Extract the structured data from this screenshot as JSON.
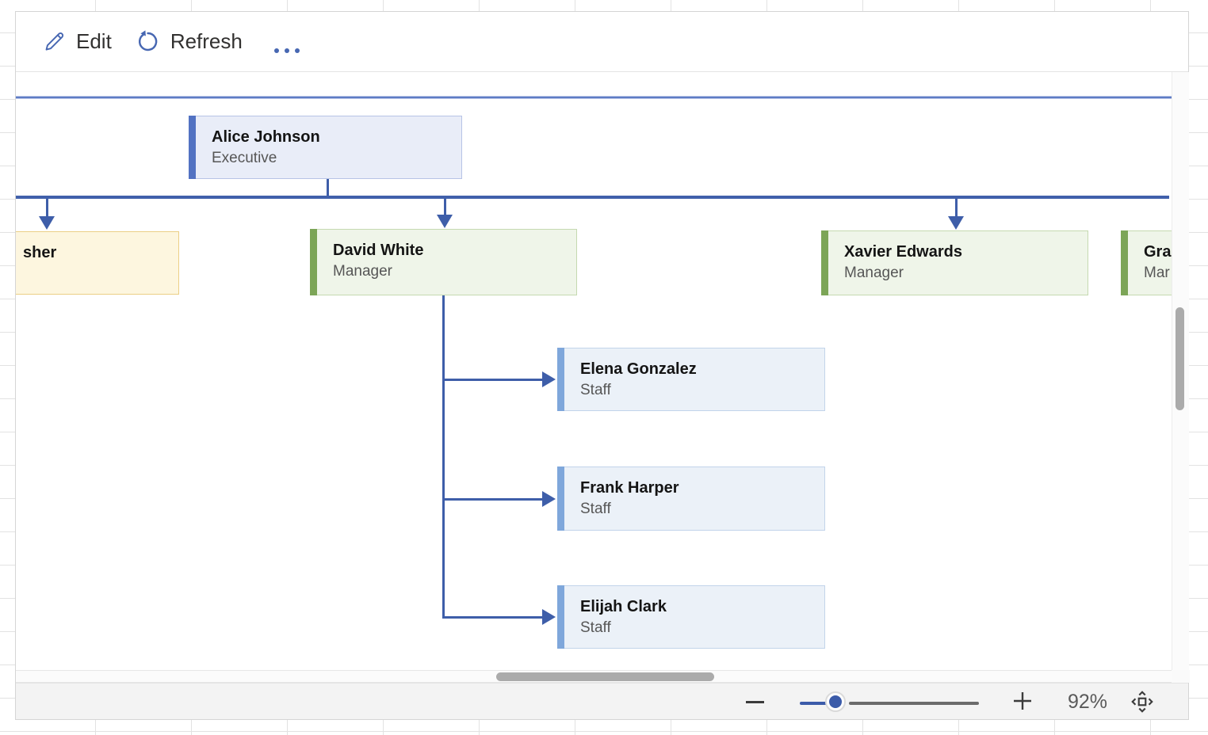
{
  "toolbar": {
    "edit_label": "Edit",
    "refresh_label": "Refresh"
  },
  "icons": {
    "edit": "pencil-icon",
    "refresh": "circular-arrow-icon",
    "more": "ellipsis-dots",
    "zoom_out": "minus",
    "zoom_in": "plus",
    "fit": "fit-to-window-square-with-chevrons"
  },
  "chart": {
    "type": "org-chart",
    "nodes": [
      {
        "name": "Alice Johnson",
        "title": "Executive",
        "variant": "exec"
      },
      {
        "name": "sher",
        "title": "",
        "variant": "yellow"
      },
      {
        "name": "David White",
        "title": "Manager",
        "variant": "green"
      },
      {
        "name": "Xavier Edwards",
        "title": "Manager",
        "variant": "green"
      },
      {
        "name": "Gra",
        "title": "Mar",
        "variant": "green"
      },
      {
        "name": "Elena Gonzalez",
        "title": "Staff",
        "variant": "staff"
      },
      {
        "name": "Frank Harper",
        "title": "Staff",
        "variant": "staff"
      },
      {
        "name": "Elijah Clark",
        "title": "Staff",
        "variant": "staff"
      }
    ],
    "edges": [
      {
        "from": "Alice Johnson",
        "to": [
          "sher",
          "David White",
          "Xavier Edwards",
          "Gra"
        ]
      },
      {
        "from": "David White",
        "to": [
          "Elena Gonzalez",
          "Frank Harper",
          "Elijah Clark"
        ]
      }
    ]
  },
  "statusbar": {
    "zoom_percent": "92%"
  },
  "colors": {
    "connector": "#3E5EA9",
    "exec_bar": "#5272C2",
    "manager_bar": "#7CA557",
    "staff_bar": "#7FA7DB",
    "yellow_fill": "#FDF6DF",
    "toolbar_icon_blue": "#4767B2",
    "slider_blue": "#3B5BA9"
  }
}
